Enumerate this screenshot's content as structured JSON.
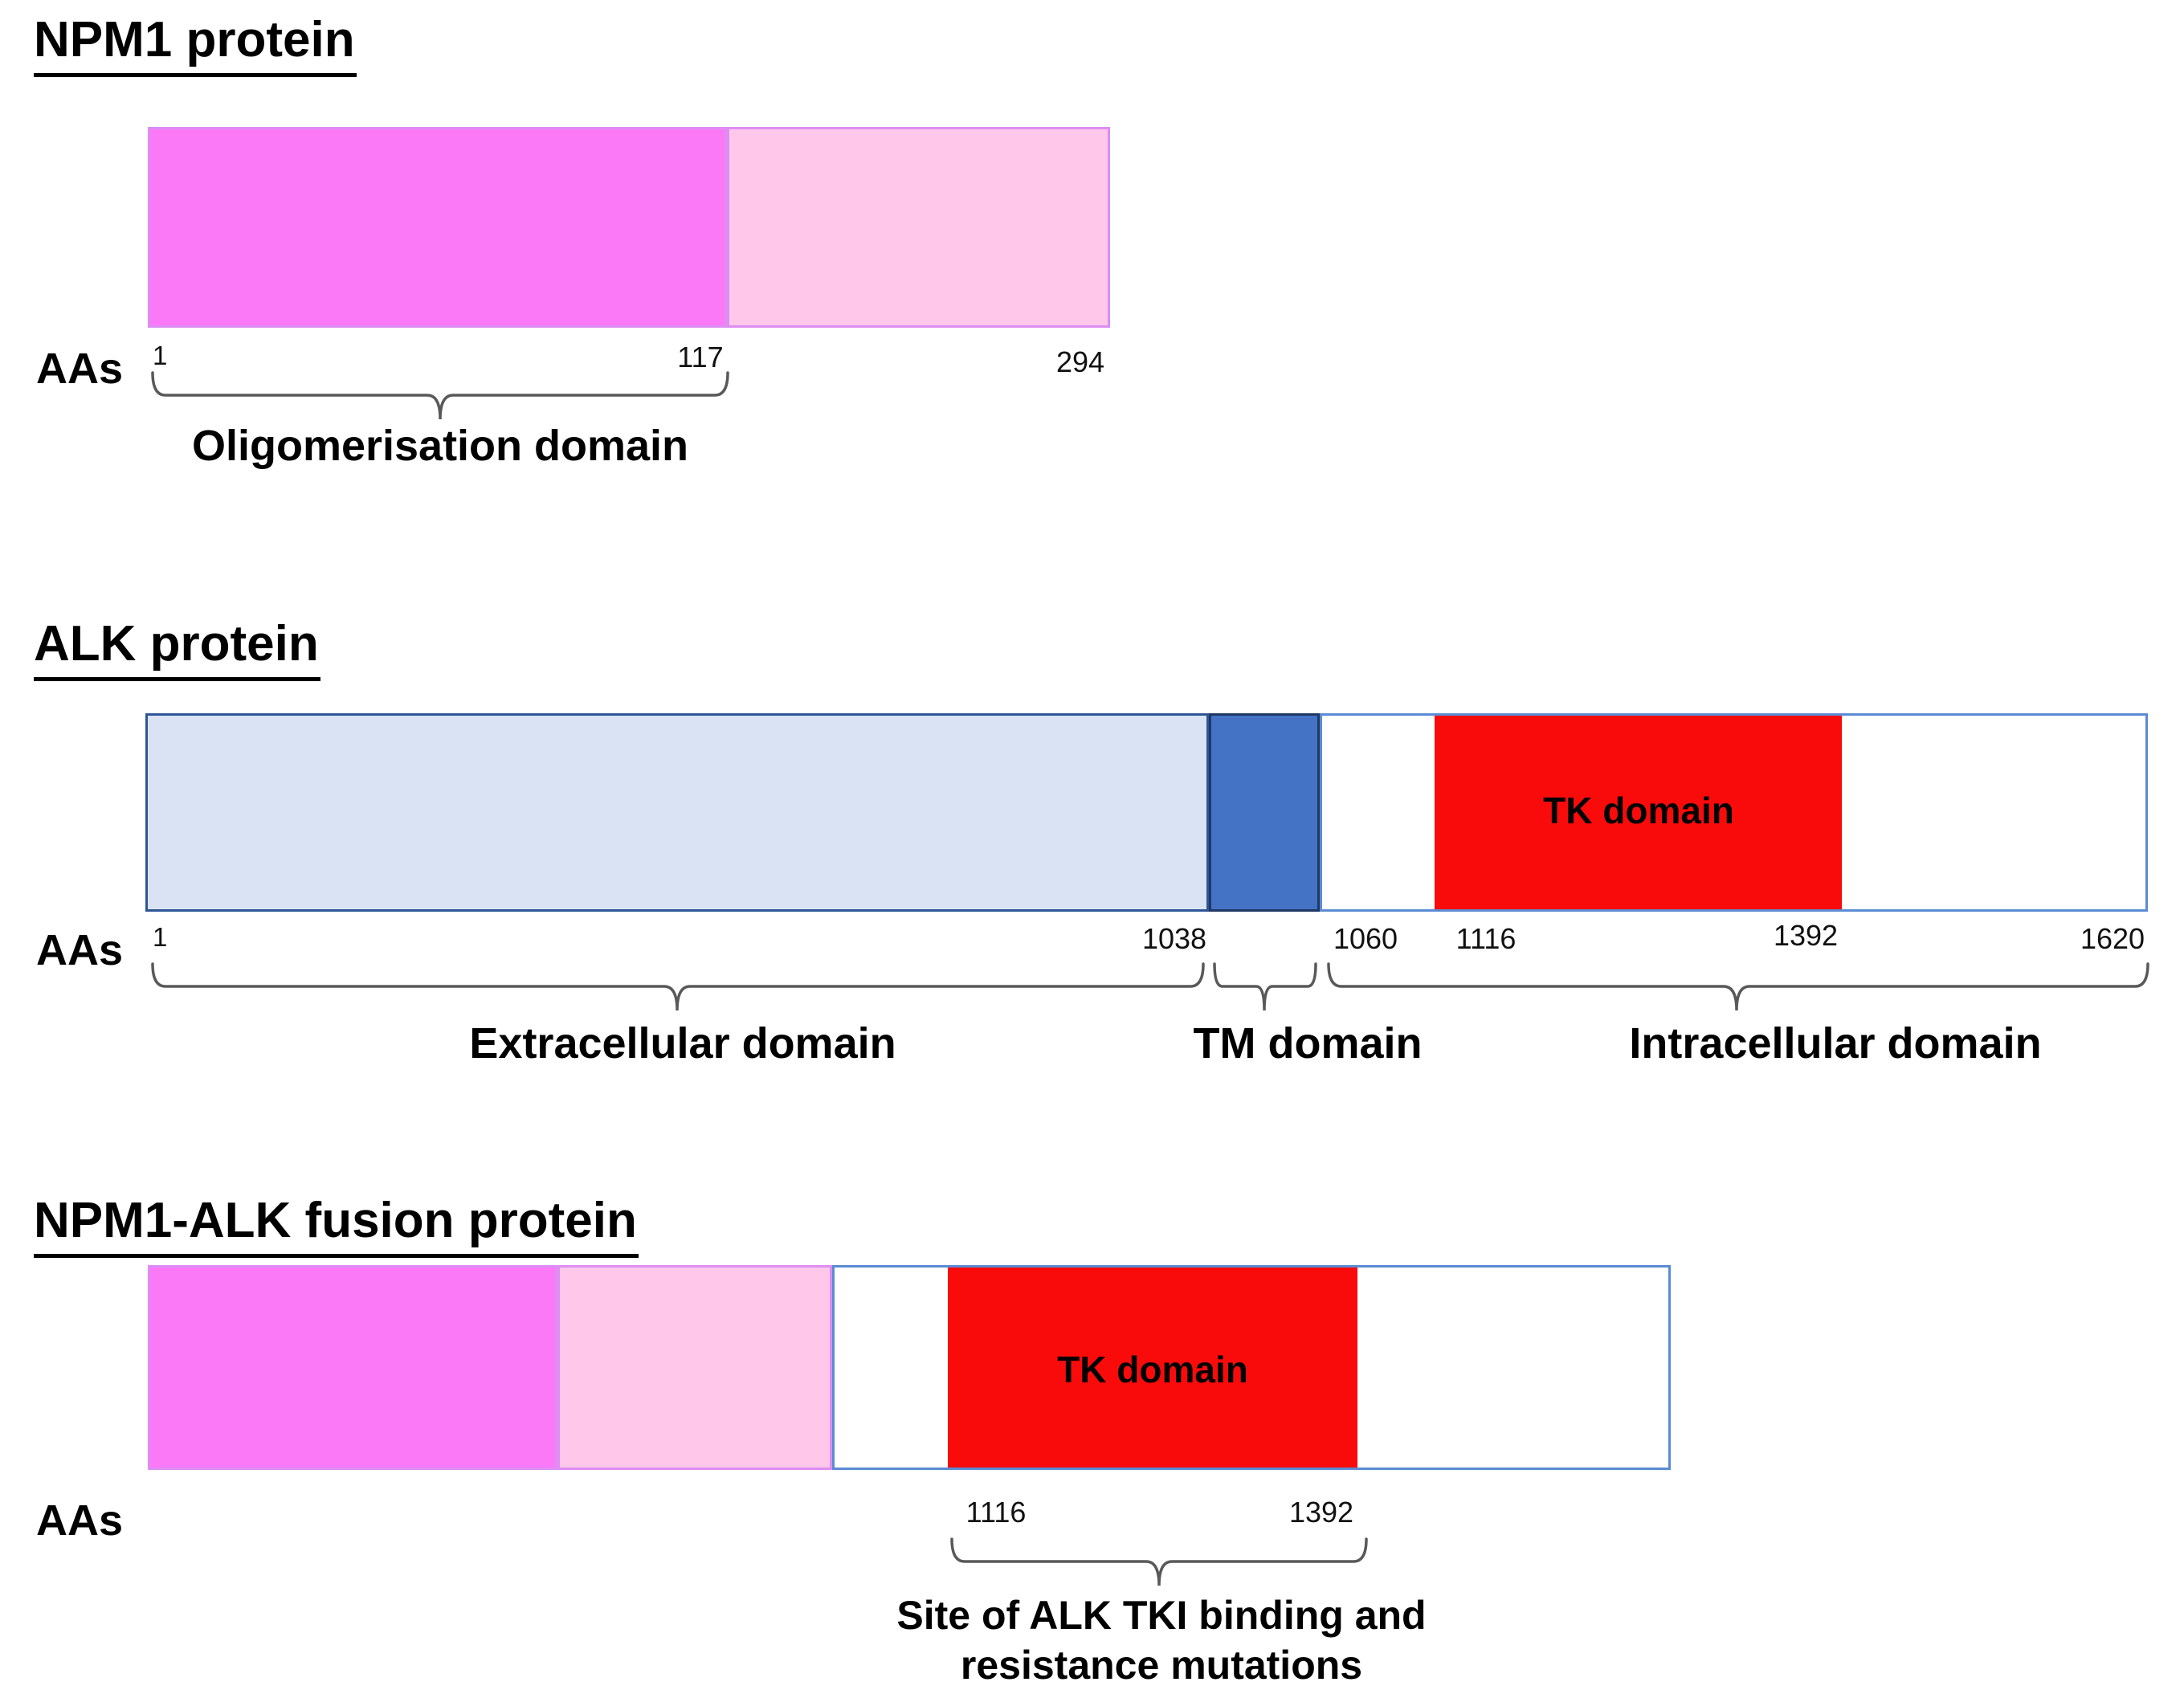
{
  "sections": [
    {
      "title": "NPM1 protein",
      "axis_label": "AAs",
      "ticks": {
        "start": "1",
        "mid": "117",
        "end": "294"
      },
      "domain_label": "Oligomerisation domain",
      "segments": [
        {
          "name": "oligomerisation-domain",
          "range_shown": "1-117",
          "color": "#FB78F7"
        },
        {
          "name": "npm1-c-terminal-region",
          "range_shown": "117-294",
          "color": "#FFC7E9"
        }
      ]
    },
    {
      "title": "ALK protein",
      "axis_label": "AAs",
      "tk_domain_label": "TK domain",
      "ticks": {
        "start": "1",
        "t1038": "1038",
        "t1060": "1060",
        "t1116": "1116",
        "t1392": "1392",
        "end": "1620"
      },
      "domain_labels": {
        "extracellular": "Extracellular domain",
        "tm": "TM domain",
        "intracellular": "Intracellular domain"
      },
      "segments": [
        {
          "name": "extracellular-domain",
          "range_shown": "1-1038",
          "color": "#DAE3F3"
        },
        {
          "name": "tm-domain",
          "range_shown": "1038-1060",
          "color": "#4472C4"
        },
        {
          "name": "intracellular-region",
          "range_shown": "1060-1620",
          "color": "#FFFFFF"
        },
        {
          "name": "tk-domain",
          "range_shown": "1116-1392",
          "color": "#F90B0B"
        }
      ]
    },
    {
      "title": "NPM1-ALK fusion protein",
      "axis_label": "AAs",
      "tk_domain_label": "TK domain",
      "ticks": {
        "t1116": "1116",
        "t1392": "1392"
      },
      "caption": {
        "line1": "Site of ALK TKI binding and",
        "line2": "resistance mutations"
      },
      "segments": [
        {
          "name": "npm1-oligomerisation-part",
          "color": "#FB78F7"
        },
        {
          "name": "npm1-part-light",
          "color": "#FFC7E9"
        },
        {
          "name": "alk-intracellular-part",
          "color": "#FFFFFF"
        },
        {
          "name": "tk-domain",
          "color": "#F90B0B"
        }
      ]
    }
  ],
  "palette": {
    "magenta_fill": "#FB78F7",
    "magenta_border": "#DD8DF3",
    "light_pink_fill": "#FFC7E9",
    "light_blue_fill": "#DAE3F3",
    "light_blue_border": "#2E5597",
    "tm_blue_fill": "#4472C4",
    "tm_blue_border": "#203864",
    "alk_outline_blue": "#5B8BD4",
    "red_fill": "#F90B0B",
    "brace_gray": "#595959",
    "text_black": "#000000"
  }
}
